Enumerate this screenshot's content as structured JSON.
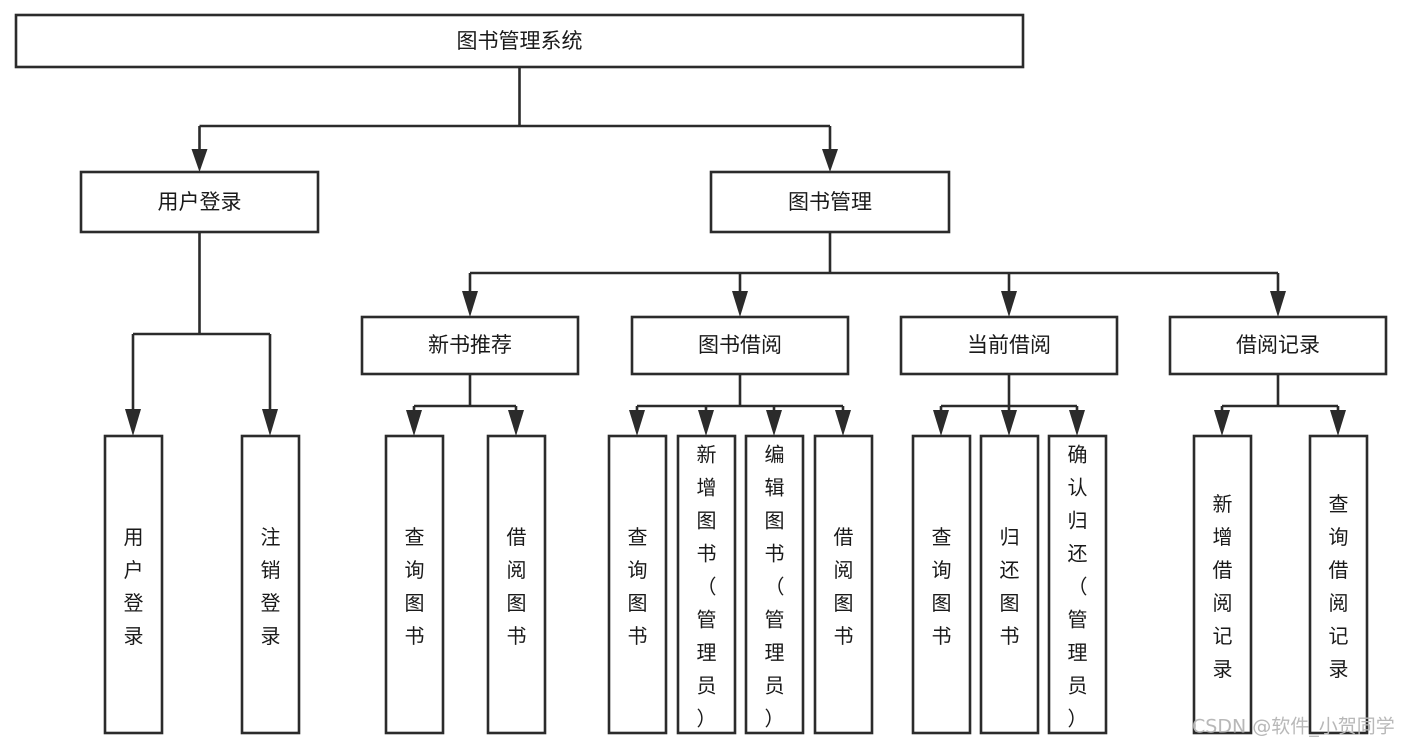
{
  "diagram": {
    "type": "tree-hierarchy",
    "title": "图书管理系统",
    "orientation": "top-down",
    "colors": {
      "box_stroke": "#2b2b2b",
      "box_fill": "#ffffff",
      "connector": "#2b2b2b",
      "text": "#1a1a1a",
      "watermark": "#b8b8b8",
      "background": "#ffffff"
    },
    "levels": {
      "root": {
        "label": "图书管理系统"
      },
      "level2": [
        {
          "label": "用户登录"
        },
        {
          "label": "图书管理"
        }
      ],
      "level3": [
        {
          "label": "新书推荐"
        },
        {
          "label": "图书借阅"
        },
        {
          "label": "当前借阅"
        },
        {
          "label": "借阅记录"
        }
      ],
      "leaves": [
        {
          "label": "用户登录",
          "parent": "用户登录"
        },
        {
          "label": "注销登录",
          "parent": "用户登录"
        },
        {
          "label": "查询图书",
          "parent": "新书推荐"
        },
        {
          "label": "借阅图书",
          "parent": "新书推荐"
        },
        {
          "label": "查询图书",
          "parent": "图书借阅"
        },
        {
          "label": "新增图书（管理员）",
          "parent": "图书借阅"
        },
        {
          "label": "编辑图书（管理员）",
          "parent": "图书借阅"
        },
        {
          "label": "借阅图书",
          "parent": "图书借阅"
        },
        {
          "label": "查询图书",
          "parent": "当前借阅"
        },
        {
          "label": "归还图书",
          "parent": "当前借阅"
        },
        {
          "label": "确认归还（管理员）",
          "parent": "当前借阅"
        },
        {
          "label": "新增借阅记录",
          "parent": "借阅记录"
        },
        {
          "label": "查询借阅记录",
          "parent": "借阅记录"
        }
      ]
    }
  },
  "nodes": {
    "root": "图书管理系统",
    "user_login": "用户登录",
    "book_manage": "图书管理",
    "new_book_rec": "新书推荐",
    "book_borrow": "图书借阅",
    "current_borrow": "当前借阅",
    "borrow_record": "借阅记录",
    "leaf_user_login": "用户登录",
    "leaf_logout": "注销登录",
    "leaf_query_book_1": "查询图书",
    "leaf_borrow_book_1": "借阅图书",
    "leaf_query_book_2": "查询图书",
    "leaf_add_book_admin": "新增图书（管理员）",
    "leaf_edit_book_admin": "编辑图书（管理员）",
    "leaf_borrow_book_2": "借阅图书",
    "leaf_query_book_3": "查询图书",
    "leaf_return_book": "归还图书",
    "leaf_confirm_return_admin": "确认归还（管理员）",
    "leaf_add_record": "新增借阅记录",
    "leaf_query_record": "查询借阅记录"
  },
  "watermark": {
    "text": "CSDN @软件_小贺同学"
  }
}
